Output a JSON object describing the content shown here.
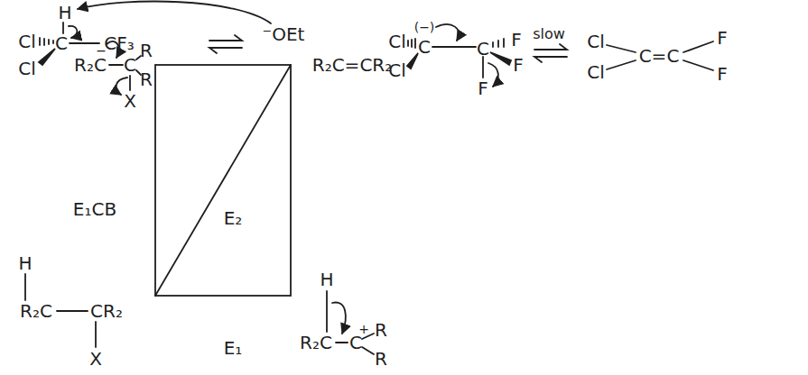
{
  "diagram": {
    "labels": [
      "H",
      "Cl",
      "C",
      "CF₃",
      "Cl",
      "⁻OEt",
      "Cl",
      "(−)",
      "C",
      "C",
      "F",
      "F",
      "F",
      "Cl",
      "slow",
      "Cl",
      "Cl",
      "C=C",
      "F",
      "F",
      "R₂C",
      "−",
      "C",
      "R",
      "R",
      "X",
      "R₂C=CR₂",
      "E₁CB",
      "E₂",
      "H",
      "R₂C",
      "CR₂",
      "X",
      "E₁",
      "H",
      "R₂C",
      "C",
      "+",
      "R",
      "R"
    ]
  }
}
